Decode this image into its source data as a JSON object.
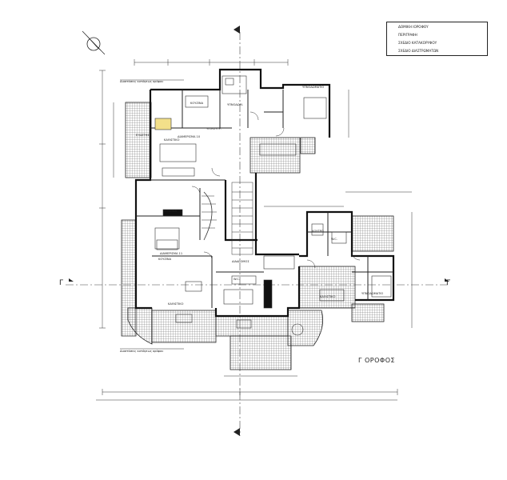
{
  "title_block": {
    "line1": "ΔΟΜΙΚΗ ΙΟΡΟΦΟΥ",
    "line2": "ΠΕΡΙΓΡΑΦΗ",
    "line3": "ΣΧΕΔΙΟ ΚΑΤΑΚΟΡΥΦΟΥ",
    "line4": "ΣΧΕΔΙΟ ΔΙΑΣΤΡΩΜΑΤΩΝ"
  },
  "floor_label": "Γ ΟΡΟΦΟΣ",
  "section_mark": "Γ",
  "top_note": "Διαστάσεις κατόψεως ορόφου",
  "bottom_note": "Διαστάσεις κατόψεως ορόφου",
  "rooms": {
    "bedroom_top": "ΥΠΝΟΔΩΜ.",
    "bedroom_right": "ΥΠΝΟΔΩΜΑΤΙΟ",
    "kitchen_top": "ΚΟΥΖΙΝΑ",
    "wc_top": "ΥΠ.ΛΟΥΤΡ.",
    "living_top": "ΔΙΑΜΕΡΙΣΜΑ 10",
    "living_label": "ΚΑΘΙΣΤΙΚΟ",
    "balcony_1": "ΕΞΩΣΤΗΣ",
    "corridor": "ΔΙΑΔΡΟΜΟΣ",
    "apartment_11": "ΔΙΑΜΕΡΙΣΜΑ 11",
    "dining": "ΚΟΥΖΙΝΑ",
    "wc_center": "W.C.",
    "living_lower": "ΚΑΘΙΣΤΙΚΟ",
    "kitchen_lower": "ΚΟΥΖΙΝΑ",
    "living_right": "ΚΑΘΙΣΤΙΚΟ",
    "bedroom_lower_right": "ΥΠΝΟΔΩΜΑΤΙΟ",
    "bath_right": "ΛΟΥΤΡΟ",
    "wc_right": "W.C."
  },
  "colors": {
    "line": "#1a1a1a",
    "hatch": "#555555",
    "axis": "#444444"
  },
  "icons": {
    "north": "north-arrow-icon",
    "section": "section-marker-icon"
  }
}
